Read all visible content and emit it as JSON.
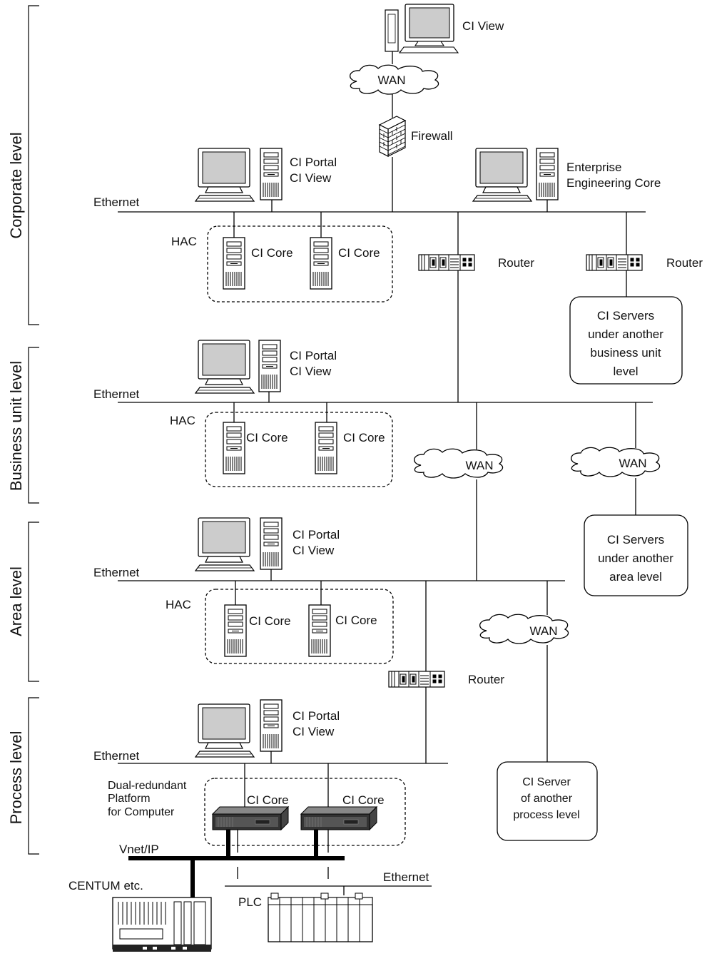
{
  "levels": {
    "corporate": "Corporate level",
    "business": "Business unit level",
    "area": "Area level",
    "process": "Process level"
  },
  "labels": {
    "ci_view_top": "CI View",
    "wan": "WAN",
    "firewall": "Firewall",
    "ci_portal": "CI Portal",
    "ci_view": "CI View",
    "enterprise_1": "Enterprise",
    "enterprise_2": "Engineering Core",
    "ethernet": "Ethernet",
    "hac": "HAC",
    "ci_core": "CI Core",
    "router": "Router",
    "servers_bu_1": "CI Servers",
    "servers_bu_2": "under another",
    "servers_bu_3": "business unit",
    "servers_bu_4": "level",
    "servers_area_1": "CI Servers",
    "servers_area_2": "under another",
    "servers_area_3": "area level",
    "server_proc_1": "CI Server",
    "server_proc_2": "of another",
    "server_proc_3": "process level",
    "dual_1": "Dual-redundant",
    "dual_2": "Platform",
    "dual_3": "for Computer",
    "vnet": "Vnet/IP",
    "centum": "CENTUM etc.",
    "plc": "PLC"
  }
}
